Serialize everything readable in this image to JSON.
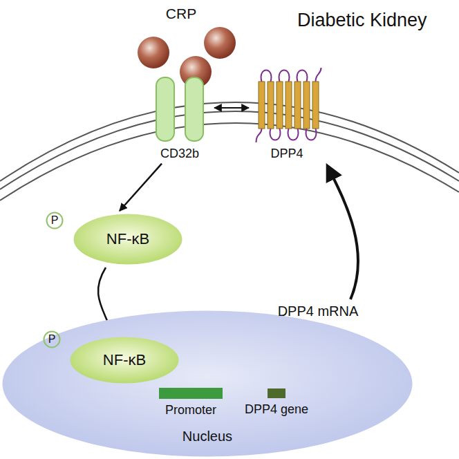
{
  "diagram": {
    "nodes": [
      {
        "text": [
          "CD32b"
        ]
      },
      {
        "text": [
          "DPP4"
        ]
      },
      {
        "text": [
          "NF-κB"
        ]
      },
      {
        "text": [
          "P"
        ],
        "in": 2
      },
      {
        "text": [
          "Nucleus"
        ]
      },
      {
        "text": [
          "DPP4 mRNA"
        ],
        "in": 4
      },
      {
        "text": [
          "NF-κB"
        ],
        "in": 4
      },
      {
        "text": [
          "P"
        ],
        "in": 6
      },
      {
        "text": [
          "Promoter"
        ],
        "in": 4
      },
      {
        "text": [
          "DPP4 gene"
        ],
        "in": 4
      }
    ],
    "edges": [
      {
        "from": 0,
        "to": 1,
        "arrow": "both"
      },
      {
        "from": 0,
        "to": 2,
        "arrow": "to"
      },
      {
        "from": 2,
        "to": 6,
        "arrow": "to"
      },
      {
        "from": 9,
        "to": 5,
        "arrow": "to"
      },
      {
        "from": 5,
        "to": 1,
        "arrow": "to"
      }
    ],
    "labels": [
      "Diabetic Kidney",
      "CRP"
    ]
  }
}
